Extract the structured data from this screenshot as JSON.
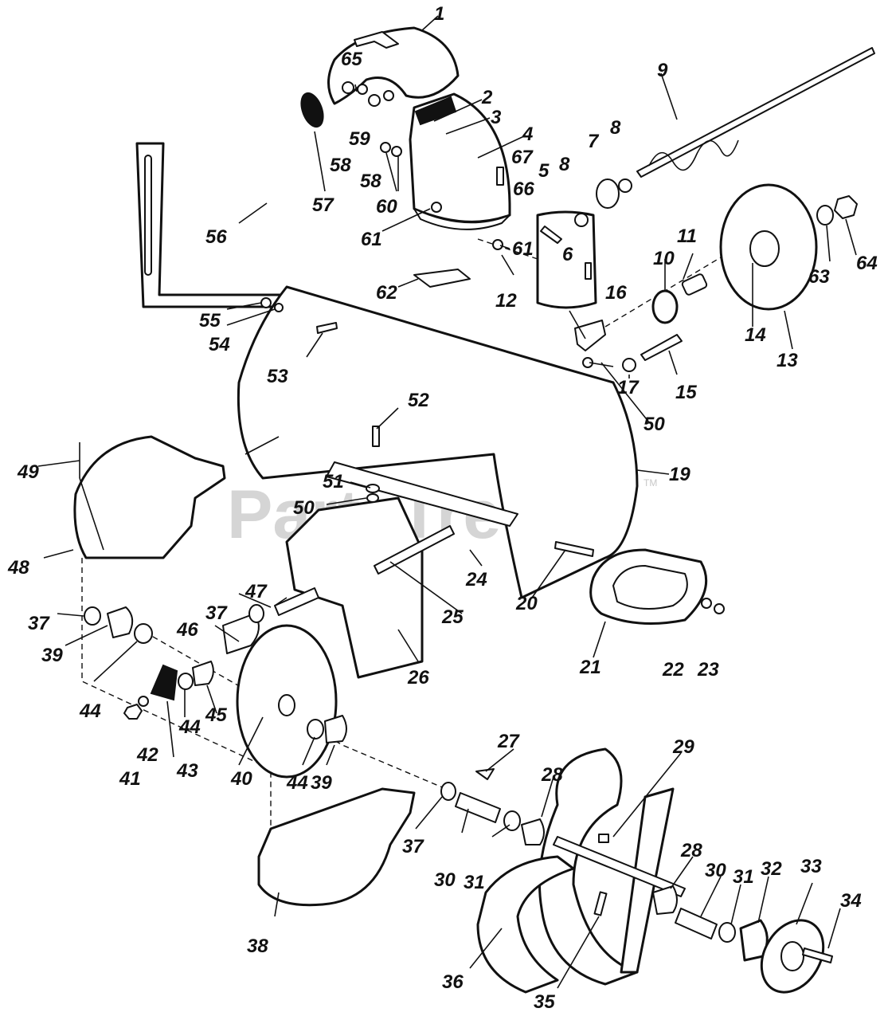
{
  "watermark": {
    "text": "PartsTree",
    "mark": "TM"
  },
  "callouts": [
    {
      "id": "c1",
      "n": "1"
    },
    {
      "id": "c2",
      "n": "2"
    },
    {
      "id": "c3",
      "n": "3"
    },
    {
      "id": "c4",
      "n": "4"
    },
    {
      "id": "c5",
      "n": "5"
    },
    {
      "id": "c6",
      "n": "6"
    },
    {
      "id": "c7",
      "n": "7"
    },
    {
      "id": "c8a",
      "n": "8"
    },
    {
      "id": "c8b",
      "n": "8"
    },
    {
      "id": "c9",
      "n": "9"
    },
    {
      "id": "c10",
      "n": "10"
    },
    {
      "id": "c11",
      "n": "11"
    },
    {
      "id": "c12",
      "n": "12"
    },
    {
      "id": "c13",
      "n": "13"
    },
    {
      "id": "c14",
      "n": "14"
    },
    {
      "id": "c15",
      "n": "15"
    },
    {
      "id": "c16",
      "n": "16"
    },
    {
      "id": "c17",
      "n": "17"
    },
    {
      "id": "c19",
      "n": "19"
    },
    {
      "id": "c20",
      "n": "20"
    },
    {
      "id": "c21",
      "n": "21"
    },
    {
      "id": "c22",
      "n": "22"
    },
    {
      "id": "c23",
      "n": "23"
    },
    {
      "id": "c24",
      "n": "24"
    },
    {
      "id": "c25",
      "n": "25"
    },
    {
      "id": "c26",
      "n": "26"
    },
    {
      "id": "c27",
      "n": "27"
    },
    {
      "id": "c28a",
      "n": "28"
    },
    {
      "id": "c28b",
      "n": "28"
    },
    {
      "id": "c29",
      "n": "29"
    },
    {
      "id": "c30a",
      "n": "30"
    },
    {
      "id": "c30b",
      "n": "30"
    },
    {
      "id": "c31a",
      "n": "31"
    },
    {
      "id": "c31b",
      "n": "31"
    },
    {
      "id": "c32",
      "n": "32"
    },
    {
      "id": "c33",
      "n": "33"
    },
    {
      "id": "c34",
      "n": "34"
    },
    {
      "id": "c35",
      "n": "35"
    },
    {
      "id": "c36",
      "n": "36"
    },
    {
      "id": "c37a",
      "n": "37"
    },
    {
      "id": "c37b",
      "n": "37"
    },
    {
      "id": "c37c",
      "n": "37"
    },
    {
      "id": "c38",
      "n": "38"
    },
    {
      "id": "c39a",
      "n": "39"
    },
    {
      "id": "c39b",
      "n": "39"
    },
    {
      "id": "c40",
      "n": "40"
    },
    {
      "id": "c41",
      "n": "41"
    },
    {
      "id": "c42",
      "n": "42"
    },
    {
      "id": "c43",
      "n": "43"
    },
    {
      "id": "c44a",
      "n": "44"
    },
    {
      "id": "c44b",
      "n": "44"
    },
    {
      "id": "c44c",
      "n": "44"
    },
    {
      "id": "c45",
      "n": "45"
    },
    {
      "id": "c46",
      "n": "46"
    },
    {
      "id": "c47",
      "n": "47"
    },
    {
      "id": "c48",
      "n": "48"
    },
    {
      "id": "c49",
      "n": "49"
    },
    {
      "id": "c50a",
      "n": "50"
    },
    {
      "id": "c50b",
      "n": "50"
    },
    {
      "id": "c51",
      "n": "51"
    },
    {
      "id": "c52",
      "n": "52"
    },
    {
      "id": "c53",
      "n": "53"
    },
    {
      "id": "c54",
      "n": "54"
    },
    {
      "id": "c55",
      "n": "55"
    },
    {
      "id": "c56",
      "n": "56"
    },
    {
      "id": "c57",
      "n": "57"
    },
    {
      "id": "c58a",
      "n": "58"
    },
    {
      "id": "c58b",
      "n": "58"
    },
    {
      "id": "c59",
      "n": "59"
    },
    {
      "id": "c60",
      "n": "60"
    },
    {
      "id": "c61a",
      "n": "61"
    },
    {
      "id": "c61b",
      "n": "61"
    },
    {
      "id": "c62",
      "n": "62"
    },
    {
      "id": "c63",
      "n": "63"
    },
    {
      "id": "c64",
      "n": "64"
    },
    {
      "id": "c65",
      "n": "65"
    },
    {
      "id": "c66",
      "n": "66"
    },
    {
      "id": "c67",
      "n": "67"
    }
  ]
}
